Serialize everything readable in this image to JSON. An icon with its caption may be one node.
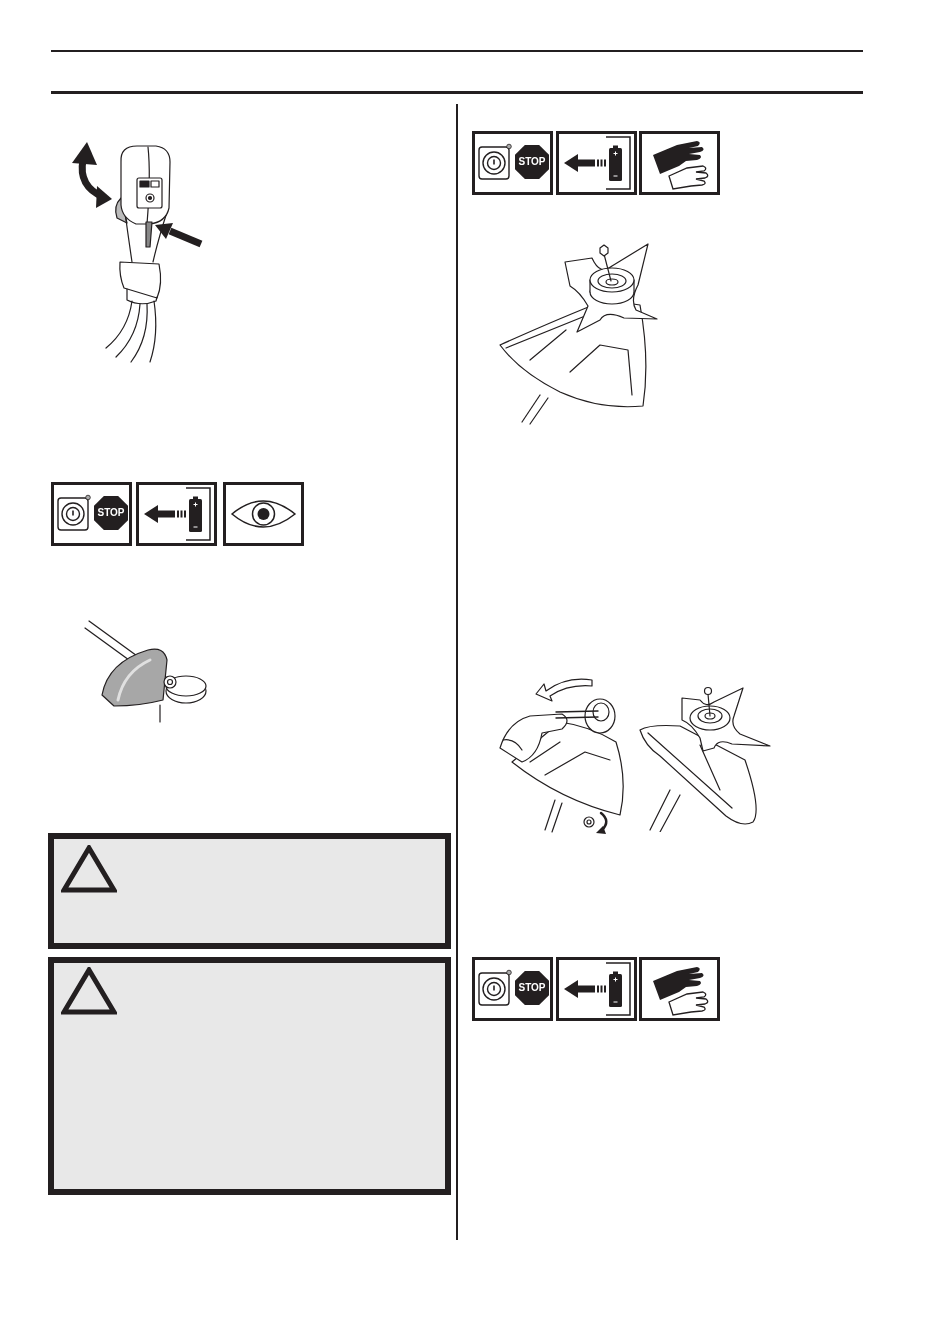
{
  "diagram": {
    "labels": [
      "STOP",
      "STOP",
      "STOP"
    ]
  }
}
